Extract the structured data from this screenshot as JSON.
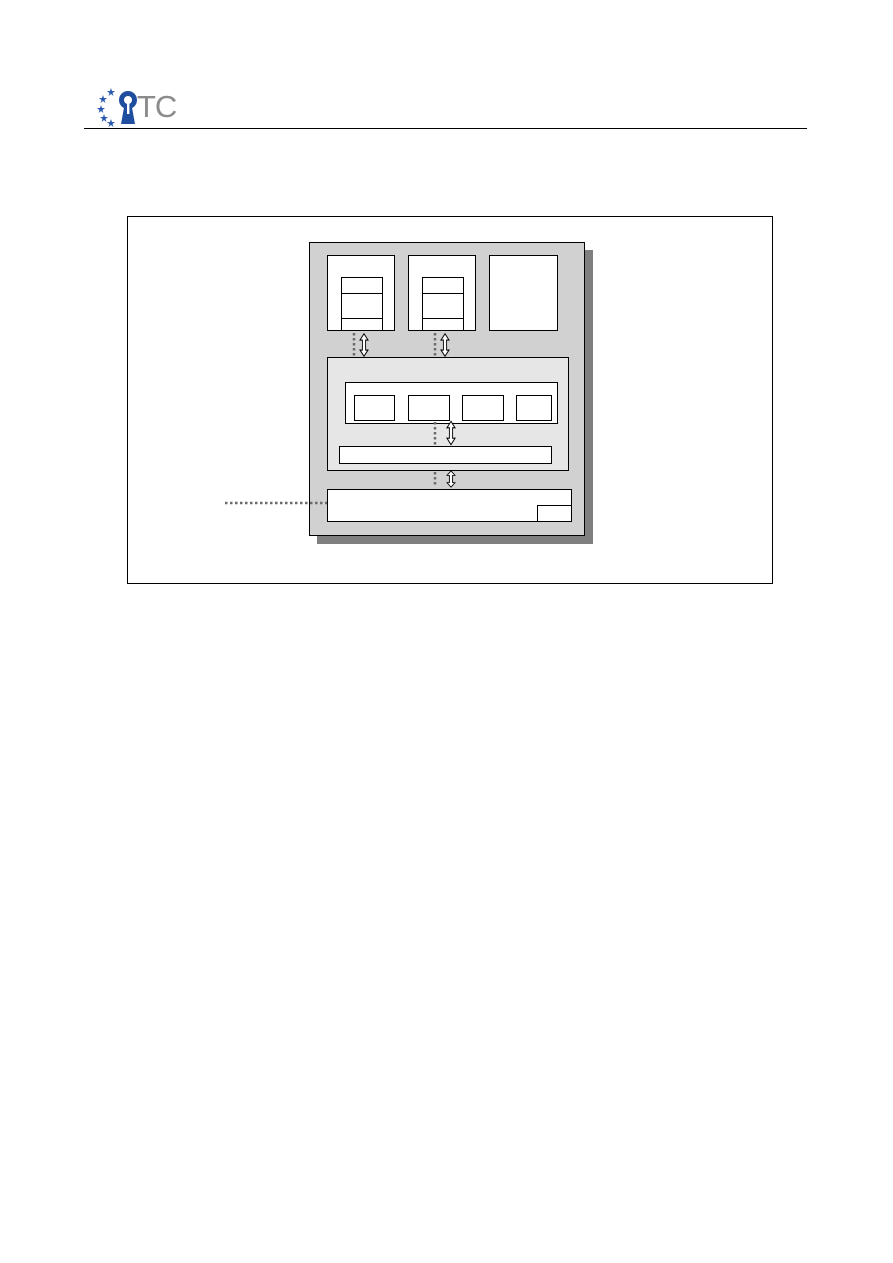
{
  "header": {
    "logo": {
      "text": "TC",
      "icon": "keyhole-stars-logo-icon"
    }
  },
  "figure": {
    "icons": {
      "platform": "platform-box",
      "compartment": "compartment-box",
      "arrow": "double-arrow-icon",
      "dotted_link": "dotted-connector"
    },
    "colors": {
      "platform_fill": "#d1d1d1",
      "shadow": "#7f7f7f",
      "layer_fill": "#e6e6e6",
      "logo_blue": "#1f4e9e",
      "logo_star": "#2a59b0",
      "dotted": "#6b6b6b"
    }
  }
}
